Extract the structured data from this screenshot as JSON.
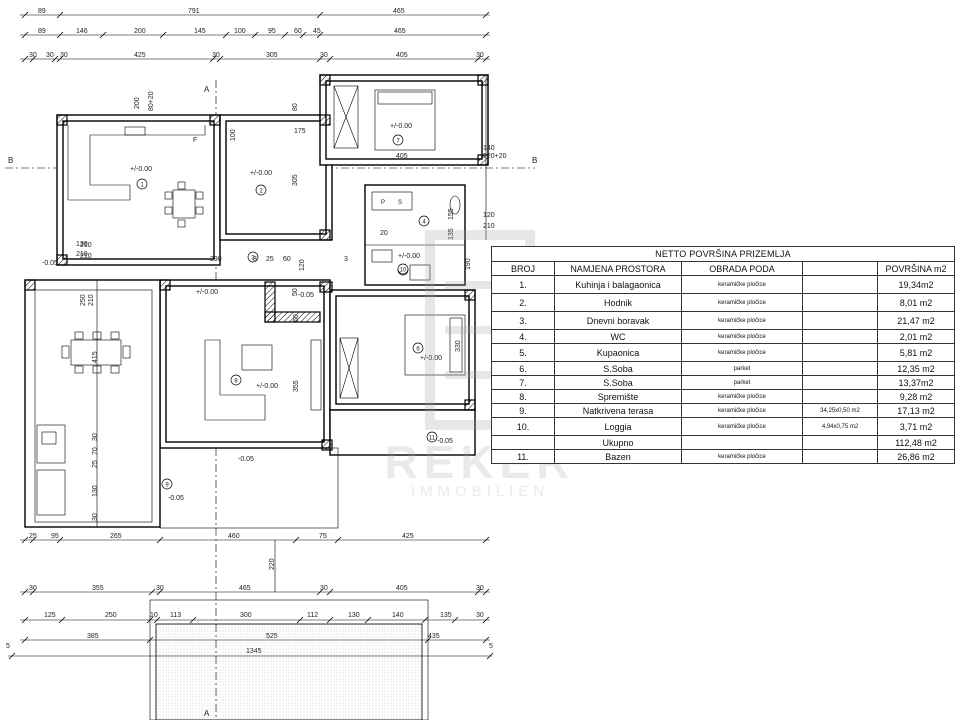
{
  "dimensions": {
    "top_row1": [
      "89",
      "791",
      "465"
    ],
    "top_row2": [
      "89",
      "146",
      "200",
      "145",
      "100",
      "95",
      "60",
      "45",
      "465"
    ],
    "top_row3": [
      "30",
      "30",
      "30",
      "425",
      "30",
      "305",
      "30",
      "405",
      "30"
    ],
    "right": [
      "140",
      "220+20",
      "120",
      "210"
    ],
    "left": [
      "130",
      "210",
      "250",
      "210",
      "415",
      "30",
      "25",
      "70",
      "130",
      "30"
    ],
    "inner": [
      "200",
      "80+20",
      "100",
      "210",
      "210",
      "80",
      "305",
      "175",
      "355",
      "60",
      "20",
      "135",
      "155",
      "190",
      "330",
      "405",
      "290",
      "25",
      "120",
      "50",
      "8",
      "3",
      "60"
    ],
    "bottom_row1": [
      "25",
      "95",
      "265",
      "460",
      "75",
      "425"
    ],
    "bottom_row2": [
      "30",
      "355",
      "30",
      "465",
      "30",
      "405",
      "30"
    ],
    "bottom_row3": [
      "125",
      "250",
      "10",
      "113",
      "300",
      "112",
      "130",
      "140",
      "135",
      "30"
    ],
    "bottom_row4": [
      "385",
      "525",
      "435"
    ],
    "bottom_row5": [
      "1345"
    ],
    "bottom_marks": [
      "5",
      "5"
    ],
    "vertical_220": "220"
  },
  "plan_labels": {
    "section_a_top": "A",
    "section_a_bottom": "A",
    "section_b_left": "B",
    "section_b_right": "B",
    "fridge": "F",
    "wc_p": "P",
    "wc_s": "S",
    "levels": [
      "+/-0.00",
      "+/-0.00",
      "+/-0.00",
      "+/-0.00",
      "+/-0.00",
      "+/-0.00",
      "+/-0.00",
      "-0.05",
      "-0.05",
      "-0.05",
      "-0.05",
      "-0.05"
    ],
    "room_numbers": [
      "1",
      "2",
      "3",
      "4",
      "5",
      "6",
      "7",
      "8",
      "9",
      "10",
      "11"
    ]
  },
  "table": {
    "title": "NETTO POVRŠINA  PRIZEMLJA",
    "headers": [
      "BROJ",
      "NAMJENA PROSTORA",
      "OBRADA PODA",
      "",
      "POVRŠINA m2"
    ],
    "rows": [
      {
        "num": "1.",
        "name": "Kuhinja i balagaonica",
        "floor": "keramičke pločice",
        "extra": "",
        "area": "19,34m2"
      },
      {
        "num": "2.",
        "name": "Hodnik",
        "floor": "keramičke pločice",
        "extra": "",
        "area": "8,01 m2"
      },
      {
        "num": "3.",
        "name": "Dnevni boravak",
        "floor": "keramičke pločice",
        "extra": "",
        "area": "21,47 m2"
      },
      {
        "num": "4.",
        "name": "WC",
        "floor": "keramičke pločice",
        "extra": "",
        "area": "2,01 m2"
      },
      {
        "num": "5.",
        "name": "Kupaonica",
        "floor": "keramičke pločice",
        "extra": "",
        "area": "5,81 m2"
      },
      {
        "num": "6.",
        "name": "S.Soba",
        "floor": "parket",
        "extra": "",
        "area": "12,35 m2"
      },
      {
        "num": "7.",
        "name": "S.Soba",
        "floor": "parket",
        "extra": "",
        "area": "13,37m2"
      },
      {
        "num": "8.",
        "name": "Spremište",
        "floor": "keramičke pločice",
        "extra": "",
        "area": "9,28 m2"
      },
      {
        "num": "9.",
        "name": "Natkrivena terasa",
        "floor": "keramičke pločice",
        "extra": "34,25x0,50 m2",
        "area": "17,13 m2"
      },
      {
        "num": "10.",
        "name": "Loggia",
        "floor": "keramičke pločice",
        "extra": "4,94x0,75 m2",
        "area": "3,71 m2"
      },
      {
        "num": "",
        "name": "Ukupno",
        "floor": "",
        "extra": "",
        "area": "112,48 m2"
      },
      {
        "num": "11.",
        "name": "Bazen",
        "floor": "keramičke pločice",
        "extra": "",
        "area": "26,86 m2"
      }
    ]
  },
  "watermark": {
    "name": "REKER",
    "sub": "IMMOBILIEN"
  }
}
